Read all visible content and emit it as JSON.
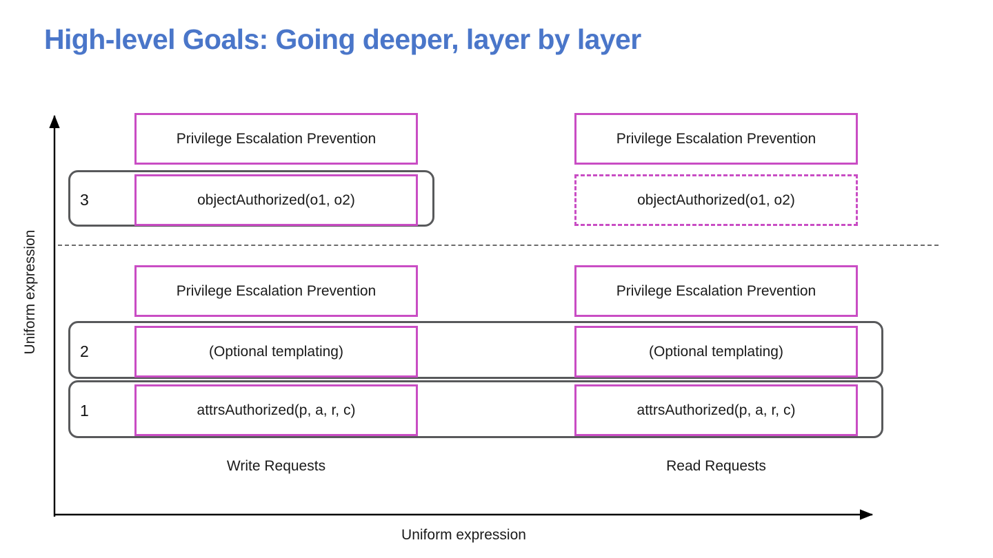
{
  "slide": {
    "title": "High-level Goals: Going deeper, layer by layer",
    "title_color": "#4A76C9",
    "background": "#ffffff"
  },
  "axes": {
    "y_label": "Uniform expression",
    "x_label": "Uniform expression",
    "y_axis_arrow": "up-arrow-icon",
    "x_axis_arrow": "right-arrow-icon"
  },
  "columns": [
    {
      "id": "write",
      "caption": "Write Requests"
    },
    {
      "id": "read",
      "caption": "Read Requests"
    }
  ],
  "levels": [
    {
      "number": "3",
      "spans_both_columns": false
    },
    {
      "number": "2",
      "spans_both_columns": true
    },
    {
      "number": "1",
      "spans_both_columns": true
    }
  ],
  "cells": {
    "write_top_prevention": "Privilege Escalation Prevention",
    "write_level3": "objectAuthorized(o1, o2)",
    "write_mid_prevention": "Privilege Escalation Prevention",
    "write_level2": "(Optional templating)",
    "write_level1": "attrsAuthorized(p, a, r, c)",
    "read_top_prevention": "Privilege Escalation Prevention",
    "read_level3": "objectAuthorized(o1, o2)",
    "read_mid_prevention": "Privilege Escalation Prevention",
    "read_level2": "(Optional templating)",
    "read_level1": "attrsAuthorized(p, a, r, c)"
  },
  "style_tokens": {
    "cell_border": "#C94DC4",
    "level_border": "#58595B",
    "divider": "#6b6b6b",
    "text": "#1a1a1a"
  }
}
